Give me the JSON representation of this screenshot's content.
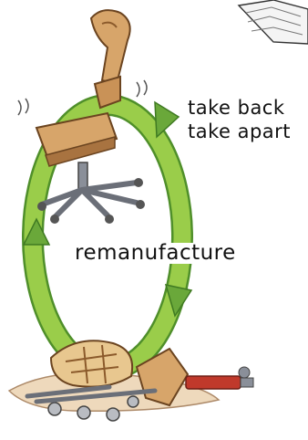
{
  "diagram": {
    "labels": {
      "take_back": "take back",
      "take_apart": "take apart",
      "remanufacture": "remanufacture"
    },
    "colors": {
      "arrow_fill": "#9acd4a",
      "arrow_dark": "#4f8f2a",
      "wood": "#d7a56a",
      "wood_dark": "#8b5a2b",
      "metal": "#8a8f99",
      "red_part": "#c0392b"
    },
    "elements": [
      "paper-stack-icon",
      "office-chair-icon",
      "disassembled-parts-icon",
      "cycle-arrow"
    ]
  }
}
